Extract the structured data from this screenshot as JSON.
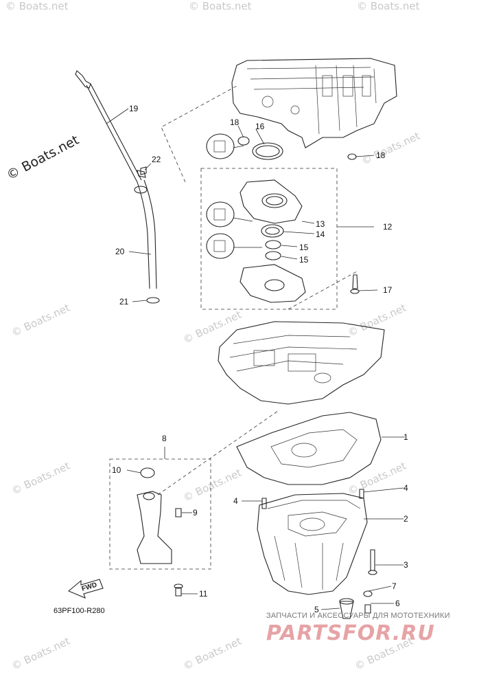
{
  "watermark": {
    "text": "© Boats.net",
    "large_text": "© Boats.net"
  },
  "callouts": {
    "c1": "1",
    "c2": "2",
    "c3": "3",
    "c4a": "4",
    "c4b": "4",
    "c5": "5",
    "c6": "6",
    "c7": "7",
    "c8": "8",
    "c9": "9",
    "c10": "10",
    "c11": "11",
    "c12": "12",
    "c13": "13",
    "c14": "14",
    "c15a": "15",
    "c15b": "15",
    "c16": "16",
    "c17": "17",
    "c18a": "18",
    "c18b": "18",
    "c19": "19",
    "c20": "20",
    "c21": "21",
    "c22": "22"
  },
  "fwd_label": "FWD",
  "diagram_ref": "63PF100-R280",
  "brand": {
    "tagline": "ЗАПЧАСТИ И АКСЕССУАРЫ ДЛЯ МОТОТЕХНИКИ",
    "name": "PARTSFOR.RU"
  },
  "colors": {
    "line": "#222222",
    "watermark": "#c9c9c9",
    "brand_red": "#e6a3a6"
  }
}
